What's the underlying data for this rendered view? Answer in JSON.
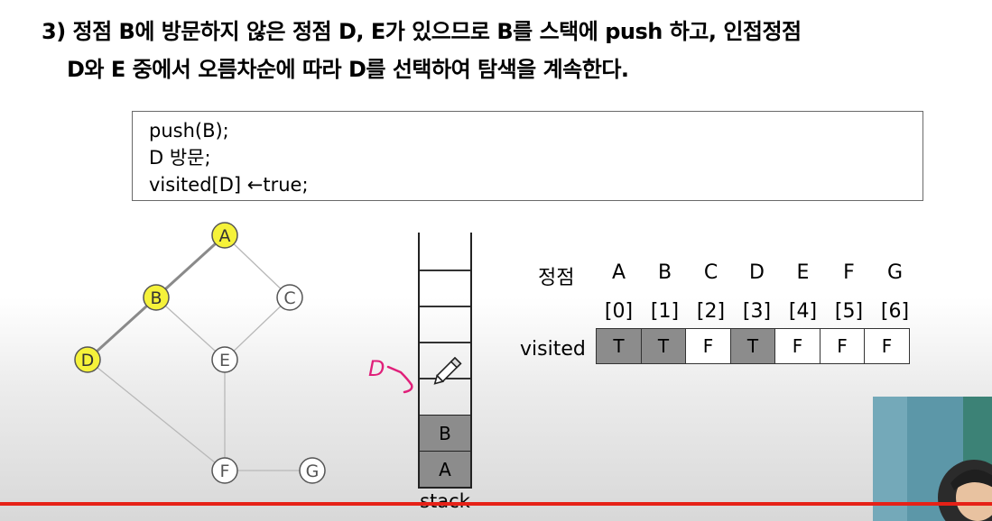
{
  "slide": {
    "heading_line1": "3) 정점 B에 방문하지 않은 정점 D, E가 있으므로 B를 스택에 push 하고, 인접정점",
    "heading_line2": "D와 E 중에서 오름차순에 따라 D를 선택하여 탐색을 계속한다.",
    "code": [
      "push(B);",
      "D 방문;",
      "visited[D] ←true;"
    ]
  },
  "graph": {
    "nodes": [
      {
        "id": "A",
        "label": "A",
        "visited": true
      },
      {
        "id": "B",
        "label": "B",
        "visited": true
      },
      {
        "id": "C",
        "label": "C",
        "visited": false
      },
      {
        "id": "D",
        "label": "D",
        "visited": true
      },
      {
        "id": "E",
        "label": "E",
        "visited": false
      },
      {
        "id": "F",
        "label": "F",
        "visited": false
      },
      {
        "id": "G",
        "label": "G",
        "visited": false
      }
    ],
    "edges": [
      {
        "from": "A",
        "to": "B",
        "traversed": true
      },
      {
        "from": "A",
        "to": "C",
        "traversed": false
      },
      {
        "from": "B",
        "to": "D",
        "traversed": true
      },
      {
        "from": "B",
        "to": "E",
        "traversed": false
      },
      {
        "from": "C",
        "to": "E",
        "traversed": false
      },
      {
        "from": "D",
        "to": "F",
        "traversed": false
      },
      {
        "from": "E",
        "to": "F",
        "traversed": false
      },
      {
        "from": "F",
        "to": "G",
        "traversed": false
      }
    ],
    "visited_color": "#f5f23a"
  },
  "stack": {
    "items_bottom_to_top": [
      "A",
      "B"
    ],
    "label": "stack",
    "annotation": "D",
    "annotation_color": "#e0207a"
  },
  "visited_table": {
    "header_label": "정점",
    "row_label": "visited",
    "vertices": [
      "A",
      "B",
      "C",
      "D",
      "E",
      "F",
      "G"
    ],
    "indices": [
      "[0]",
      "[1]",
      "[2]",
      "[3]",
      "[4]",
      "[5]",
      "[6]"
    ],
    "values": [
      "T",
      "T",
      "F",
      "T",
      "F",
      "F",
      "F"
    ]
  },
  "player": {
    "progress_color": "#e62117"
  }
}
